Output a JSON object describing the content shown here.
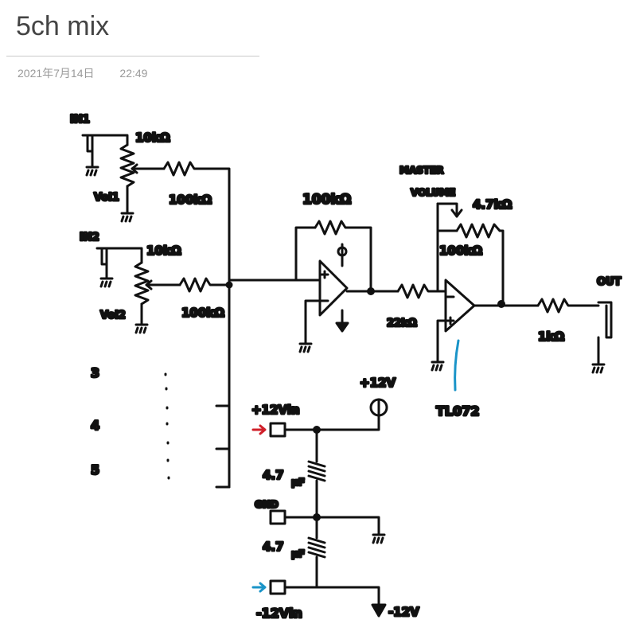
{
  "header": {
    "title": "5ch mix",
    "date": "2021年7月14日",
    "time": "22:49"
  },
  "schematic": {
    "in1": "IN1",
    "in2": "IN2",
    "vol1": "Vol1",
    "vol2": "Vol2",
    "pot1_value": "10kΩ",
    "pot2_value": "10kΩ",
    "r_in1": "100kΩ",
    "r_in2": "100kΩ",
    "ch3": "3",
    "ch4": "4",
    "ch5": "5",
    "r_feedback1": "100kΩ",
    "master_line1": "MASTER",
    "master_line2": "VOLUME",
    "master_pot": "4.7kΩ",
    "r_feedback2": "100kΩ",
    "r_couple": "22kΩ",
    "r_out": "1kΩ",
    "out": "OUT",
    "opamp": "TL072",
    "plus12": "+12V",
    "plus12_in": "+12Vin",
    "cap1": "4.7",
    "cap1_unit": "μF",
    "gnd": "GND",
    "cap2": "4.7",
    "cap2_unit": "μF",
    "minus12_in": "-12Vin",
    "minus12": "-12V"
  },
  "colors": {
    "ink": "#111111",
    "annotation_red": "#d0202a",
    "annotation_blue": "#1a94c8"
  }
}
